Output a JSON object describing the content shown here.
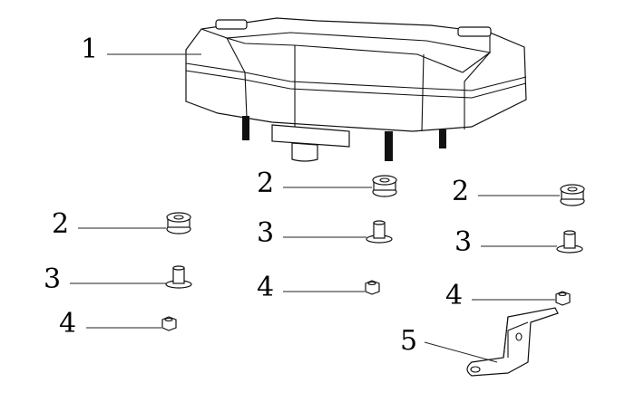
{
  "diagram": {
    "labels": [
      {
        "id": "main",
        "text": "1"
      },
      {
        "id": "grommet-center",
        "text": "2"
      },
      {
        "id": "grommet-right",
        "text": "2"
      },
      {
        "id": "grommet-left",
        "text": "2"
      },
      {
        "id": "bushing-center",
        "text": "3"
      },
      {
        "id": "bushing-right",
        "text": "3"
      },
      {
        "id": "bushing-left",
        "text": "3"
      },
      {
        "id": "nut-center",
        "text": "4"
      },
      {
        "id": "nut-right",
        "text": "4"
      },
      {
        "id": "nut-left",
        "text": "4"
      },
      {
        "id": "bracket",
        "text": "5"
      }
    ],
    "line_color": "#111111"
  }
}
